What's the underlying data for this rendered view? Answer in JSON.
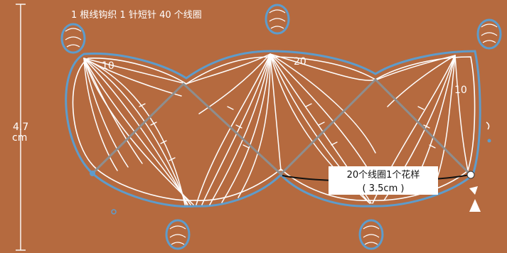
{
  "header": {
    "caption": "1 根线钩织 1 针短针 40 个线圈"
  },
  "measurements": {
    "height_value": "4.7",
    "height_unit": "cm"
  },
  "loop_counts": {
    "left": "10",
    "middle": "20",
    "right": "10"
  },
  "annotation": {
    "line1": "20个线圈1个花样",
    "line2": "( 3.5cm )"
  },
  "colors": {
    "background": "#B56A3F",
    "stitch_lines": "#FFFFFF",
    "outline": "#5E9CCB",
    "diagonal": "#8E8E8E"
  }
}
